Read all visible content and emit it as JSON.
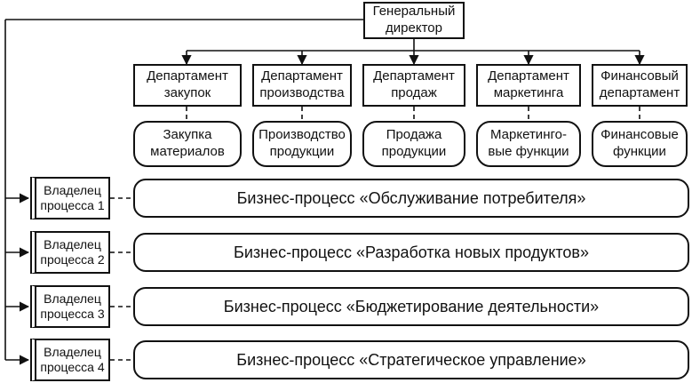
{
  "director": {
    "label": "Генеральный\nдиректор"
  },
  "departments": [
    {
      "id": "purchasing",
      "label": "Департамент\nзакупок",
      "function": "Закупка\nматериалов"
    },
    {
      "id": "production",
      "label": "Департамент\nпроизводства",
      "function": "Производство\nпродукции"
    },
    {
      "id": "sales",
      "label": "Департамент\nпродаж",
      "function": "Продажа\nпродукции"
    },
    {
      "id": "marketing",
      "label": "Департамент\nмаркетинга",
      "function": "Маркетинго-\nвые функции"
    },
    {
      "id": "finance",
      "label": "Финансовый\nдепартамент",
      "function": "Финансовые\nфункции"
    }
  ],
  "processes": [
    {
      "owner": "Владелец\nпроцесса 1",
      "label": "Бизнес-процесс «Обслуживание потребителя»"
    },
    {
      "owner": "Владелец\nпроцесса 2",
      "label": "Бизнес-процесс «Разработка новых продуктов»"
    },
    {
      "owner": "Владелец\nпроцесса 3",
      "label": "Бизнес-процесс «Бюджетирование деятельности»"
    },
    {
      "owner": "Владелец\nпроцесса 4",
      "label": "Бизнес-процесс «Стратегическое управление»"
    }
  ]
}
